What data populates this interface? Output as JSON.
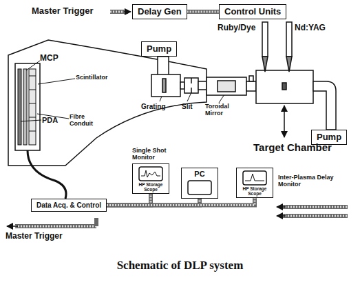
{
  "diagram": {
    "caption": "Schematic of DLP system",
    "nodes": [
      {
        "text": [
          "Delay Gen"
        ]
      },
      {
        "text": [
          "Control Units"
        ]
      },
      {
        "text": [
          "Pump"
        ]
      },
      {
        "text": [
          "Pump"
        ]
      },
      {
        "text": [
          "Data Acq. & Control"
        ]
      },
      {
        "text": [
          "Single Shot Monitor",
          "HP Storage Scope"
        ]
      },
      {
        "text": [
          "PC"
        ]
      },
      {
        "text": [
          "HP Storage Scope",
          "Inter-Plasma Delay Monitor"
        ]
      }
    ],
    "edges": [
      {
        "from": 0,
        "to": 1,
        "arrow": "none"
      },
      {
        "from": 4,
        "to": 5,
        "arrow": "none"
      },
      {
        "from": 4,
        "to": 6,
        "arrow": "none"
      },
      {
        "from": 4,
        "to": 7,
        "arrow": "none"
      }
    ],
    "labels": [
      "Master Trigger",
      "Ruby/Dye",
      "Nd:YAG",
      "MCP",
      "Scintillator",
      "PDA",
      "Fibre Conduit",
      "Grating",
      "Slit",
      "Toroidal Mirror",
      "Target Chamber",
      "Master Trigger"
    ]
  }
}
